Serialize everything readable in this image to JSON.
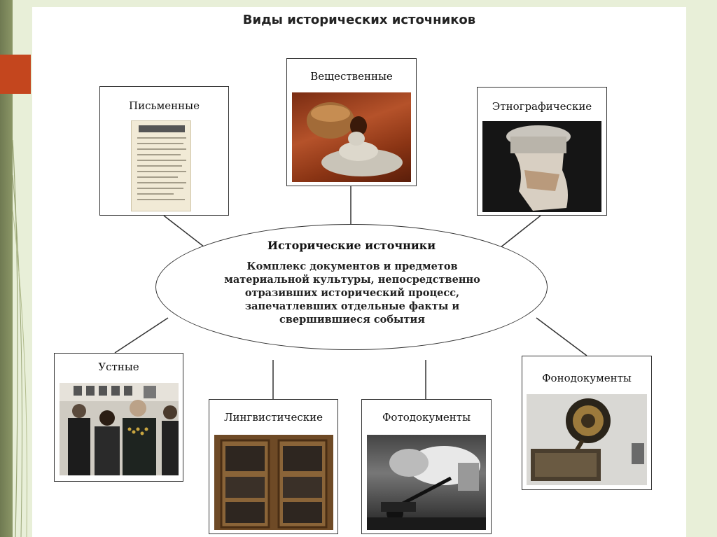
{
  "title": "Виды исторических источников",
  "center": {
    "heading": "Исторические источники",
    "description": "Комплекс документов и предметов материальной культуры, непосредственно отразивших исторический процесс, запечатлевших отдельные факты и свершившиеся события"
  },
  "cards": {
    "written": "Письменные",
    "material": "Вещественные",
    "ethnographic": "Этнографические",
    "oral": "Устные",
    "linguistic": "Лингвистические",
    "photo": "Фотодокументы",
    "phono": "Фонодокументы"
  },
  "colors": {
    "accent": "#c4461e",
    "background": "#e8efd8"
  }
}
